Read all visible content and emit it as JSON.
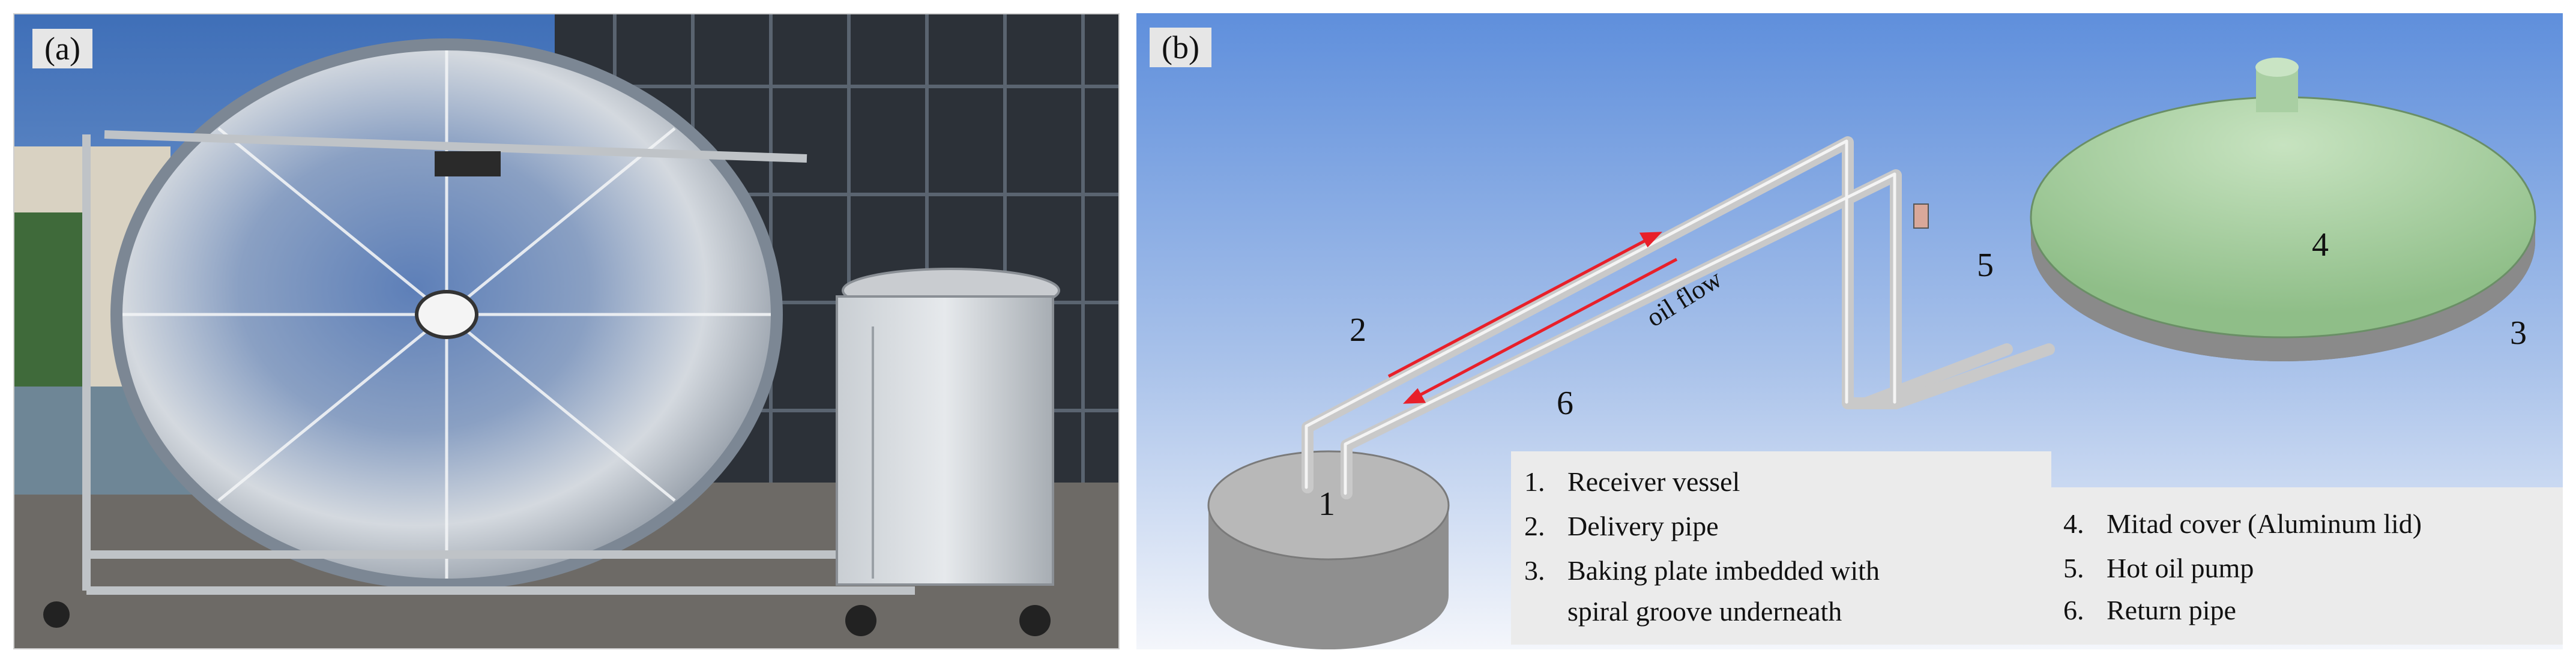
{
  "panel_a": {
    "tag": "(a)"
  },
  "panel_b": {
    "tag": "(b)",
    "flow_label": "oil flow",
    "part_labels": {
      "p1": "1",
      "p2": "2",
      "p3": "3",
      "p4": "4",
      "p5": "5",
      "p6": "6"
    },
    "legend_left": [
      {
        "num": "1.",
        "text": "Receiver vessel"
      },
      {
        "num": "2.",
        "text": "Delivery pipe"
      },
      {
        "num": "3.",
        "text": "Baking plate imbedded with"
      },
      {
        "num": "",
        "text": "spiral groove underneath"
      }
    ],
    "legend_right": [
      {
        "num": "4.",
        "text": "Mitad cover  (Aluminum lid)"
      },
      {
        "num": "5.",
        "text": "Hot oil pump"
      },
      {
        "num": "6.",
        "text": "Return pipe"
      }
    ]
  },
  "colors": {
    "sky": "#5f8fdc",
    "mirror": "#b9c3cf",
    "lid_green": "#9cc596",
    "vessel_gray": "#a9a9a9",
    "flow_arrow": "#e8202a"
  }
}
